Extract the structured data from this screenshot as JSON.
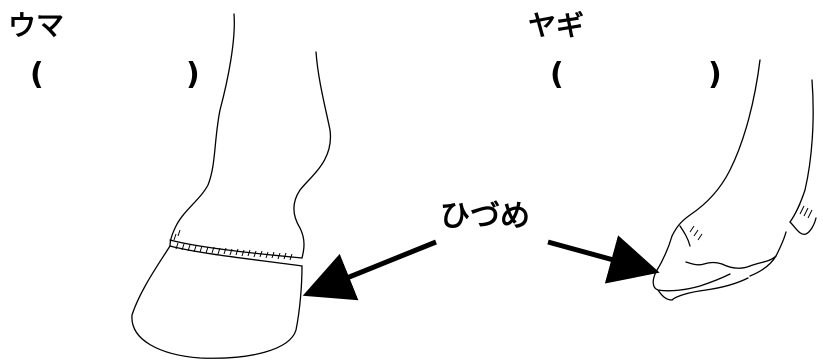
{
  "labels": {
    "horse": "ウマ",
    "goat": "ヤギ",
    "hoof": "ひづめ",
    "paren_open": "(",
    "paren_close": ")"
  }
}
